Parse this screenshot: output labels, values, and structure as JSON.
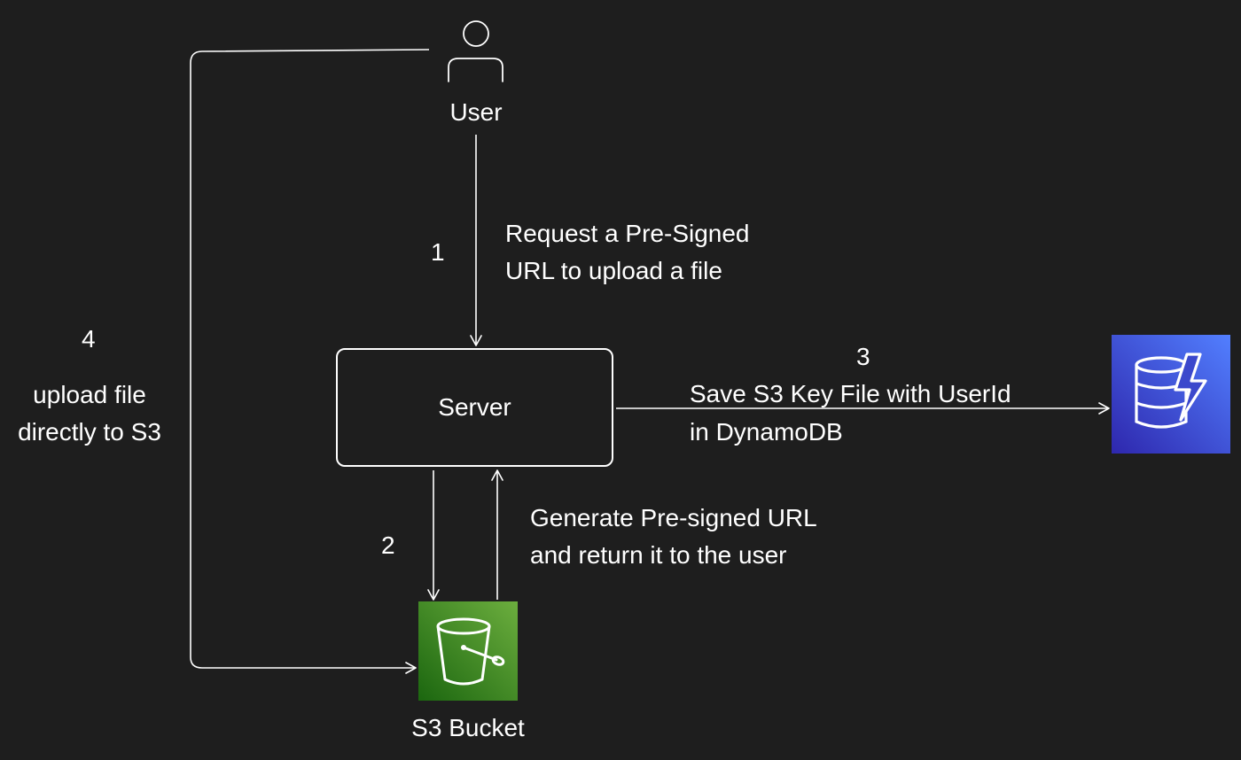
{
  "nodes": {
    "user": {
      "label": "User",
      "icon": "user-icon"
    },
    "server": {
      "label": "Server"
    },
    "s3": {
      "label": "S3 Bucket",
      "icon": "s3-bucket-icon",
      "color": "#3f8624"
    },
    "dynamodb": {
      "icon": "dynamodb-icon",
      "color": "#3b48cc"
    }
  },
  "steps": [
    {
      "number": "1",
      "lines": [
        "Request a Pre-Signed",
        "URL to upload a file"
      ]
    },
    {
      "number": "2",
      "lines": [
        "Generate Pre-signed URL",
        "and return it to the user"
      ]
    },
    {
      "number": "3",
      "lines": [
        "Save S3 Key File with UserId",
        "in DynamoDB"
      ]
    },
    {
      "number": "4",
      "lines": [
        "upload file",
        "directly to S3"
      ]
    }
  ],
  "theme": {
    "background": "#1e1e1e",
    "stroke": "#ffffff"
  }
}
